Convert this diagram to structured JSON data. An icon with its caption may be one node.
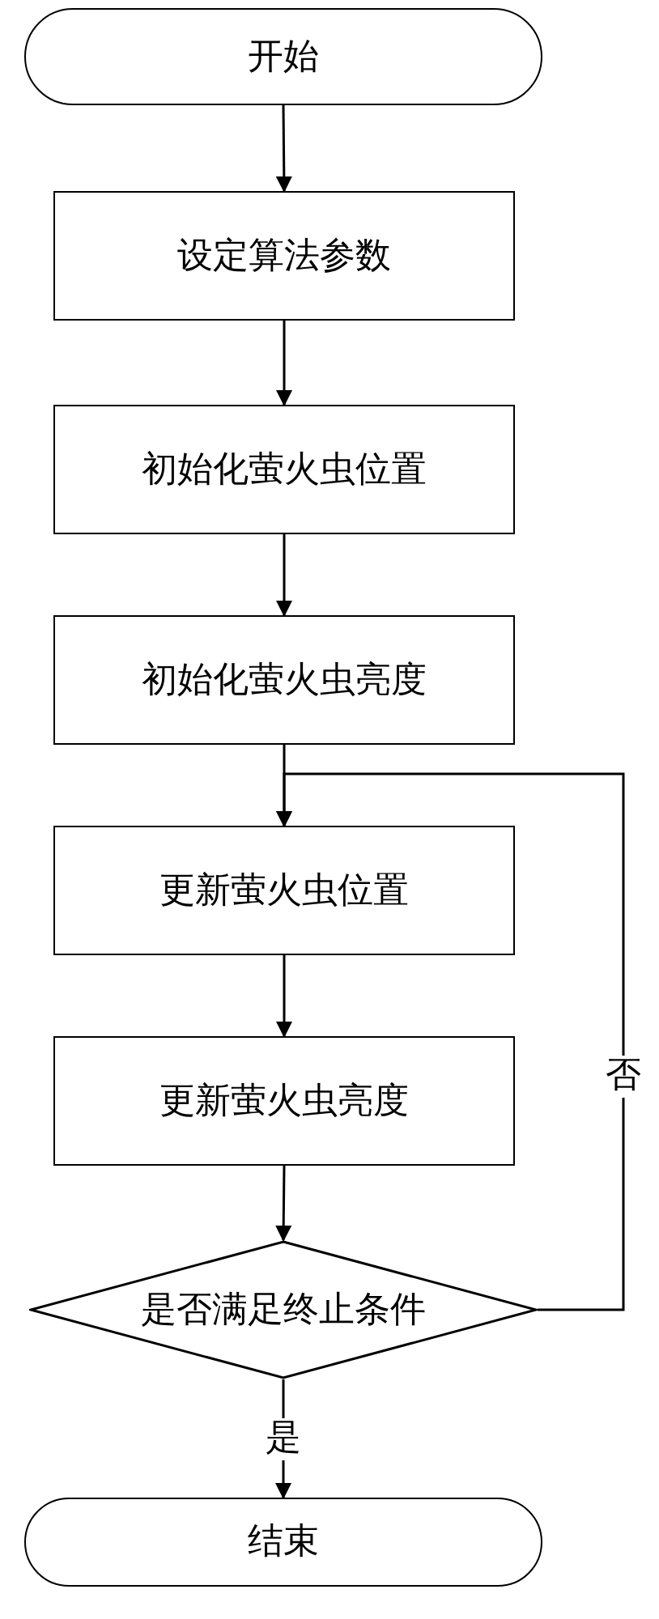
{
  "diagram": {
    "nodes": [
      {
        "text": [
          "开始"
        ]
      },
      {
        "text": [
          "设定算法参数"
        ]
      },
      {
        "text": [
          "初始化萤火虫位置"
        ]
      },
      {
        "text": [
          "初始化萤火虫亮度"
        ]
      },
      {
        "text": [
          "更新萤火虫位置"
        ]
      },
      {
        "text": [
          "更新萤火虫亮度"
        ]
      },
      {
        "text": [
          "是否满足终止条件"
        ]
      },
      {
        "text": [
          "结束"
        ]
      }
    ],
    "edges": [
      {
        "from": 0,
        "to": 1,
        "arrow": "to"
      },
      {
        "from": 1,
        "to": 2,
        "arrow": "to"
      },
      {
        "from": 2,
        "to": 3,
        "arrow": "to"
      },
      {
        "from": 3,
        "to": 4,
        "arrow": "to"
      },
      {
        "from": 4,
        "to": 5,
        "arrow": "to"
      },
      {
        "from": 5,
        "to": 6,
        "arrow": "to"
      },
      {
        "from": 6,
        "to": 4,
        "arrow": "to",
        "label": "否"
      },
      {
        "from": 6,
        "to": 7,
        "arrow": "to",
        "label": "是"
      }
    ]
  }
}
